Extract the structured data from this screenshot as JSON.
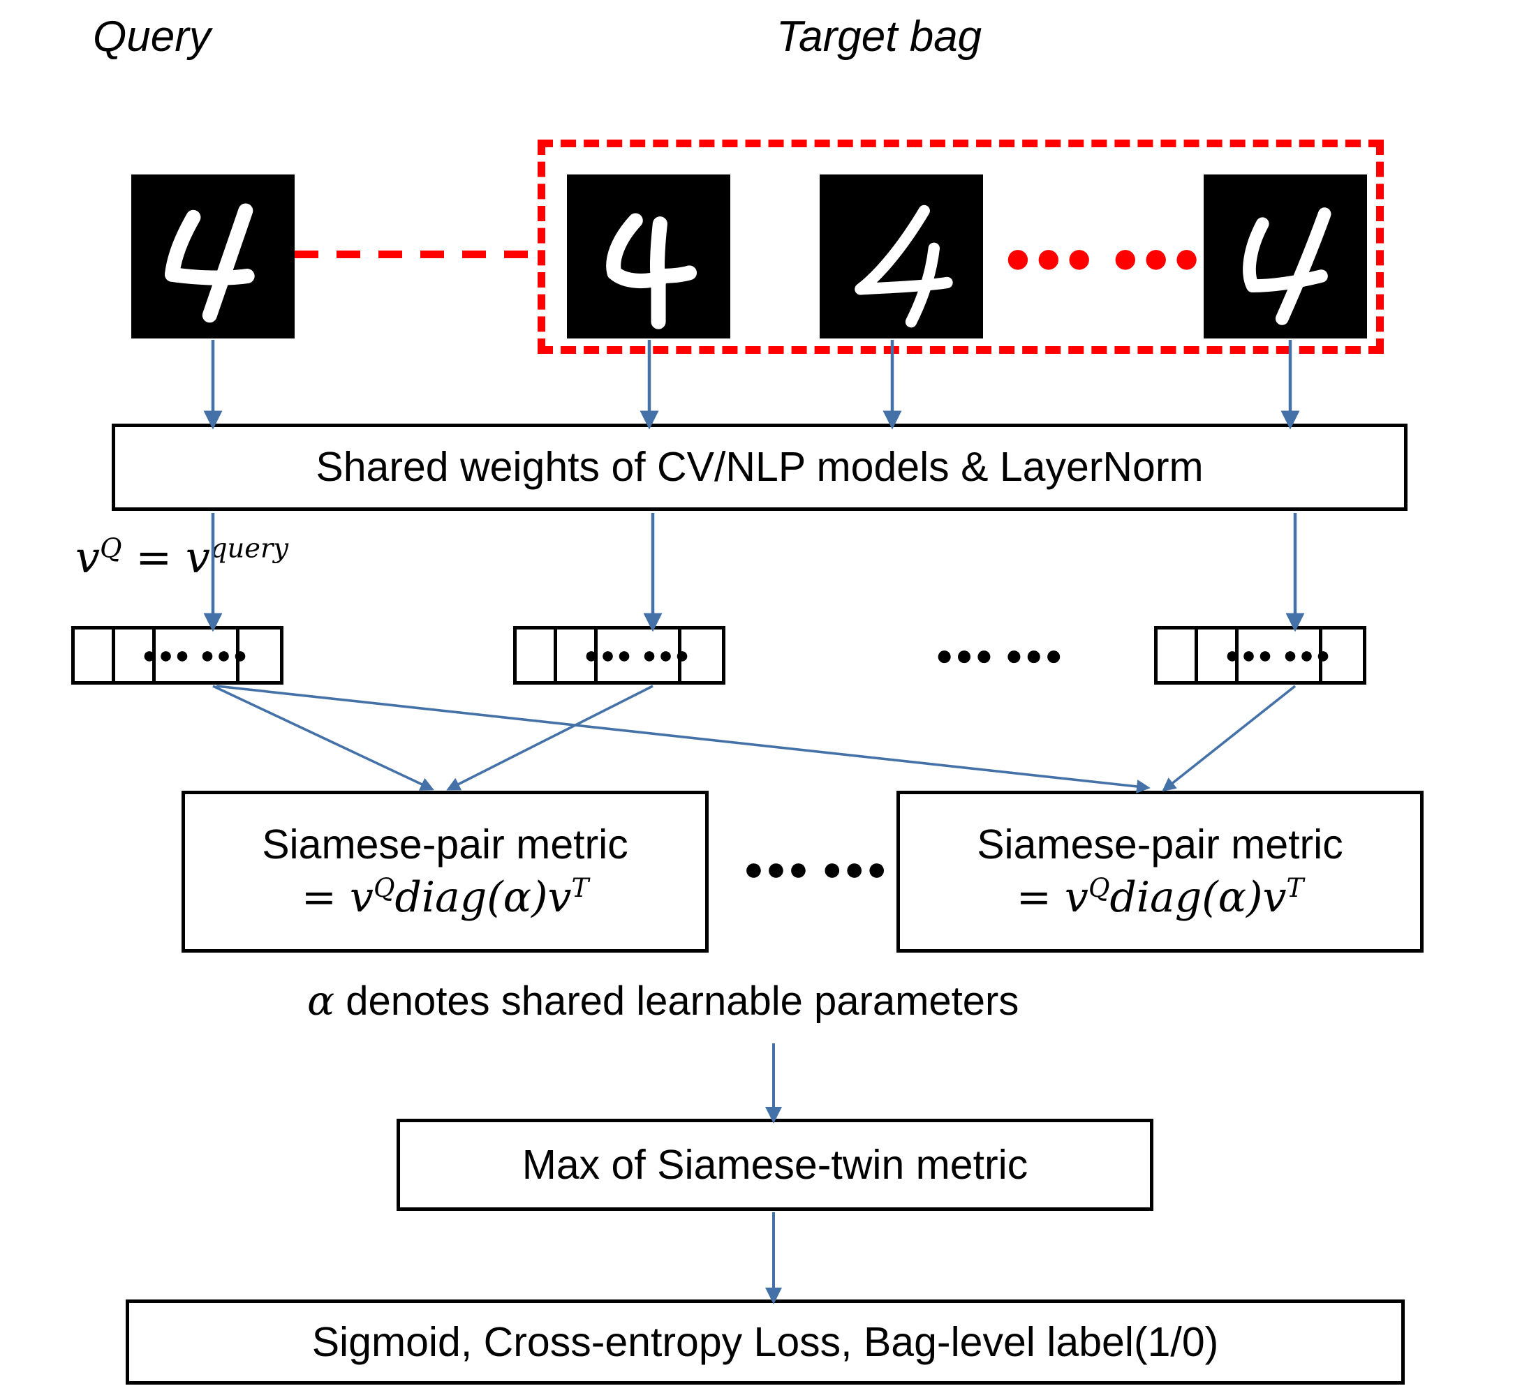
{
  "title": "Siamese-pair metric bag-level architecture diagram",
  "headings": {
    "query": "Query",
    "target_bag": "Target bag"
  },
  "images": {
    "query_digit": {
      "name": "mnist-digit-4-query",
      "label": "4"
    },
    "bag_digit_1": {
      "name": "mnist-digit-4-bag-1",
      "label": "4"
    },
    "bag_digit_2": {
      "name": "mnist-digit-4-bag-2",
      "label": "4"
    },
    "bag_digit_3": {
      "name": "mnist-digit-4-bag-3",
      "label": "4"
    }
  },
  "ellipses": {
    "red": "●●● ●●●",
    "black_small": "●●● ●●●",
    "black_mid": "●●● ●●●"
  },
  "boxes": {
    "shared_weights": "Shared weights of CV/NLP models & LayerNorm",
    "siamese_left_line1": "Siamese-pair metric",
    "siamese_left_line2_prefix": "= ",
    "siamese_right_line1": "Siamese-pair metric",
    "max_metric": "Max of Siamese-twin metric",
    "loss": "Sigmoid, Cross-entropy Loss, Bag-level label(1/0)"
  },
  "formulas": {
    "v_query": "v^Q = v^query",
    "v_query_lhs_base": "v",
    "v_query_lhs_sup": "Q",
    "v_query_eq": " = ",
    "v_query_rhs_base": "v",
    "v_query_rhs_sup": "query",
    "siamese_metric": "= v^Q diag(α)v^T",
    "metric_eq": "= ",
    "metric_v": "v",
    "metric_v_sup": "Q",
    "metric_diag": "diag(α)",
    "metric_vt": "v",
    "metric_vt_sup": "T"
  },
  "notes": {
    "alpha_symbol": "α",
    "alpha_text": " denotes shared learnable parameters"
  },
  "colors": {
    "bag_outline": "#FF0000",
    "arrow": "#4472A8",
    "box_outline": "#000000",
    "background": "#FFFFFF",
    "digit_background": "#000000",
    "digit_stroke": "#FFFFFF"
  }
}
